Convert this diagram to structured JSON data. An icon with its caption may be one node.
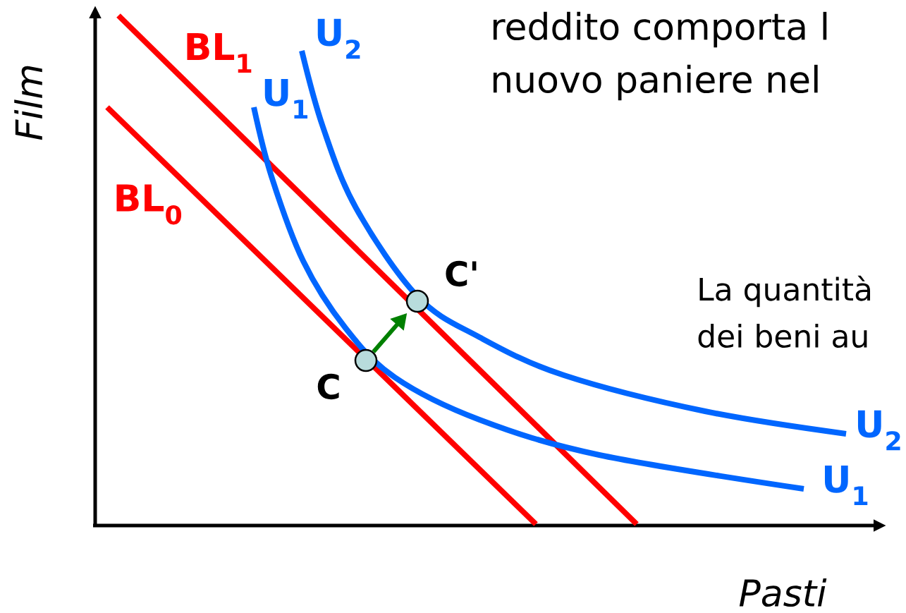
{
  "diagram": {
    "nodes": [
      {
        "text": [],
        "shape": "circle",
        "beside": [
          "C"
        ]
      },
      {
        "text": [],
        "shape": "circle",
        "beside": [
          "C'"
        ]
      }
    ],
    "edges": [
      {
        "from": 0,
        "to": 1,
        "arrow": "to",
        "color": "#008000"
      }
    ],
    "labels": [
      "reddito comporta l",
      "U$_{2}$",
      "BL$_{1}$",
      "U$_{1}$",
      "nuovo paniere nel",
      "Film",
      "BL$_{0}$",
      "La quantità",
      "dei beni au",
      "U$_{2}$",
      "U$_{1}$",
      "Pasti"
    ]
  }
}
